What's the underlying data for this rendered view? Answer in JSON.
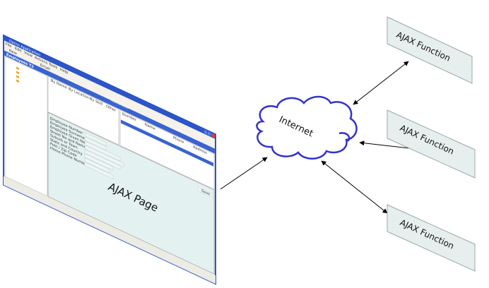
{
  "diagram": {
    "page_label": "AJAX Page",
    "cloud_label": "Internet",
    "functions": [
      {
        "label": "AJAX Function"
      },
      {
        "label": "AJAX Function"
      },
      {
        "label": "AJAX Function"
      }
    ],
    "window": {
      "title": "Demo Application",
      "menu": [
        "File",
        "Edit",
        "View",
        "Actions",
        "Tools",
        "Help"
      ],
      "toolbar": [
        "New",
        "Email"
      ],
      "panel_title": "Employees T2",
      "tabs": [
        "By Name",
        "By Location",
        "By Skill",
        "Other",
        "Calculator"
      ],
      "form_fields": [
        "Employee Number",
        "Employee Surname",
        "Employee Given Name(s)",
        "Street No and Name",
        "Suburb or Town",
        "State and Country",
        "Post / Zip Code",
        "Home Phone Number"
      ],
      "list_headers": [
        "Number",
        "Name",
        "Phone",
        "Address"
      ],
      "save_label": "Save"
    },
    "colors": {
      "cloud": "#3333cc",
      "window_frame": "#2b55c8",
      "box_fill": "#e6eeee",
      "box_border": "#9aa8a8"
    }
  }
}
